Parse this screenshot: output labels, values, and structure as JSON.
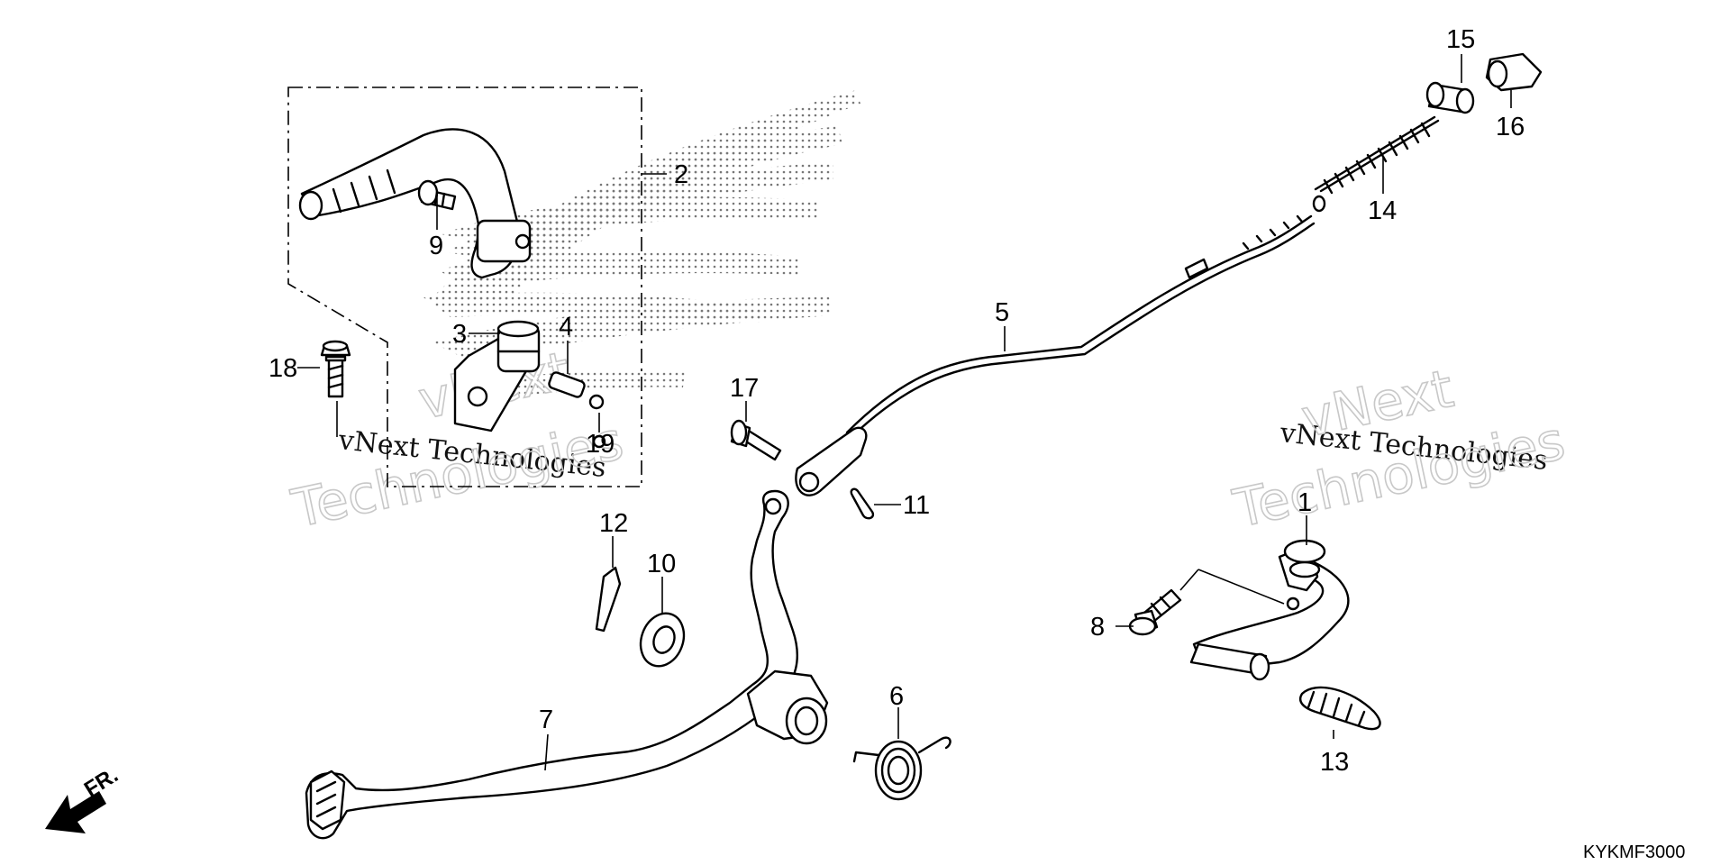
{
  "diagram": {
    "code": "KYKMF3000",
    "direction_label": "FR.",
    "watermarks": {
      "company": "vNext Technologies",
      "brand_word_1": "vNext",
      "brand_word_2": "Technologies"
    },
    "callouts": [
      "1",
      "2",
      "3",
      "4",
      "5",
      "6",
      "7",
      "8",
      "9",
      "10",
      "11",
      "12",
      "13",
      "14",
      "15",
      "16",
      "17",
      "18",
      "19"
    ]
  }
}
